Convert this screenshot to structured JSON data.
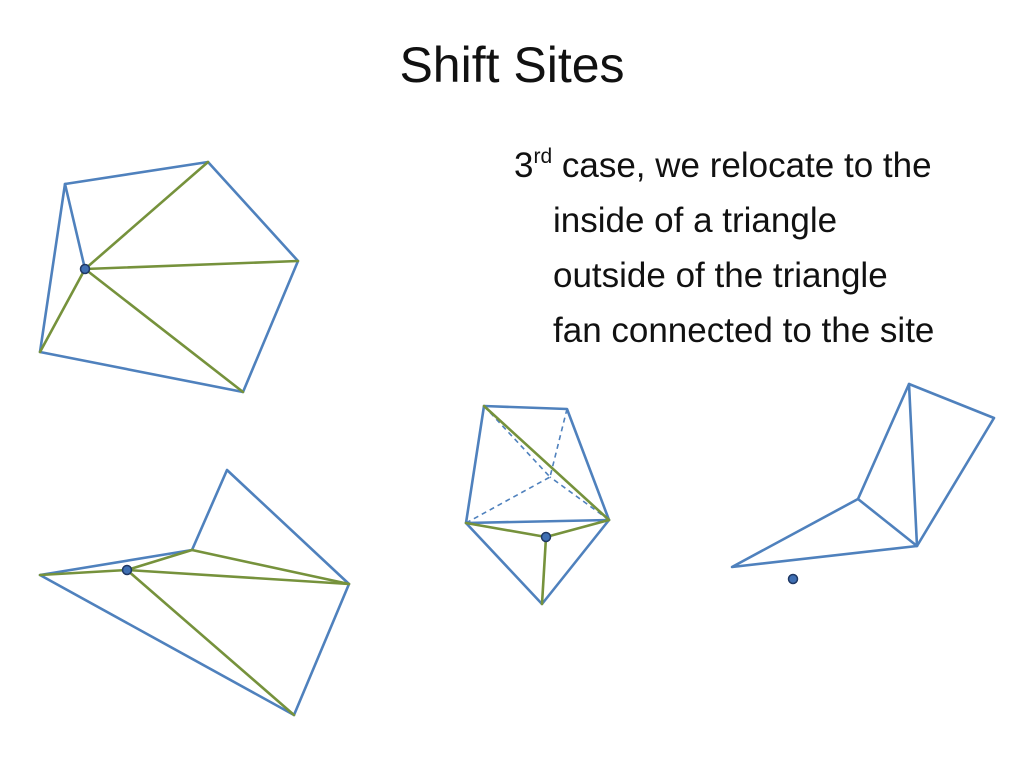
{
  "slide": {
    "title": "Shift Sites",
    "body": {
      "number": "3",
      "superscript": "rd",
      "line1_rest": " case, we relocate to the",
      "line2": "inside of a triangle",
      "line3": "outside of the triangle",
      "line4": "fan connected to the site"
    }
  },
  "colors": {
    "blue_edge": "#4f81bd",
    "green_edge": "#76923c",
    "site": "#3f6fb3"
  }
}
